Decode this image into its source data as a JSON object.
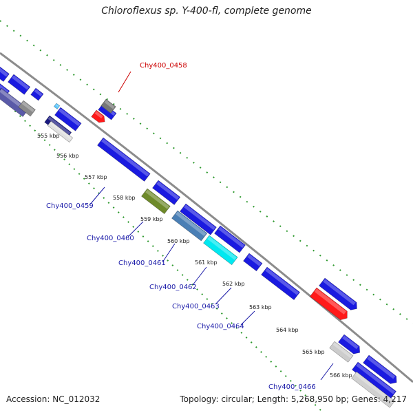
{
  "title": "Chloroflexus sp. Y-400-fl, complete genome",
  "accession": "Accession: NC_012032",
  "summary": "Topology: circular; Length: 5,268,950 bp; Genes: 4,217",
  "colors": {
    "backbone": "#8c8c8c",
    "dots": "#2f9a2f",
    "label_fwd": "#cc0000",
    "label_rev": "#1a1aa8"
  },
  "ticks": [
    "555 kbp",
    "556 kbp",
    "557 kbp",
    "558 kbp",
    "559 kbp",
    "560 kbp",
    "561 kbp",
    "562 kbp",
    "563 kbp",
    "564 kbp",
    "565 kbp",
    "566 kbp"
  ],
  "gene_labels": [
    "Chy400_0458",
    "Chy400_0459",
    "Chy400_0460",
    "Chy400_0461",
    "Chy400_0462",
    "Chy400_0463",
    "Chy400_0464",
    "Chy400_0466"
  ],
  "genes": [
    {
      "color": "#1a1ae0"
    },
    {
      "color": "#1a1ae0"
    },
    {
      "color": "#1a1ae0"
    },
    {
      "color": "#1a1ae0"
    },
    {
      "color": "#5a5aa8"
    },
    {
      "color": "#8a8a8a"
    },
    {
      "color": "#1a1ae0"
    },
    {
      "color": "#1a1a80"
    },
    {
      "color": "#e0e0e0"
    },
    {
      "color": "#5ac8ff"
    },
    {
      "color": "#1a1ae0"
    },
    {
      "color": "#1a1ae0"
    },
    {
      "color": "#1a1ae0"
    },
    {
      "color": "#6e8a2a"
    },
    {
      "color": "#1a1ae0"
    },
    {
      "color": "#4a7fb5"
    },
    {
      "color": "#1a1ae0"
    },
    {
      "color": "#00e8f0"
    },
    {
      "color": "#1a1ae0"
    },
    {
      "color": "#1a1ae0"
    },
    {
      "color": "#1a1ae0"
    },
    {
      "color": "#1a1ae0"
    },
    {
      "color": "#cccccc"
    },
    {
      "color": "#1a1ae0"
    },
    {
      "color": "#d0d0d0"
    },
    {
      "color": "#1a1ae0"
    },
    {
      "color": "#777777"
    },
    {
      "color": "#ff1a1a"
    },
    {
      "color": "#ff1a1a"
    }
  ]
}
